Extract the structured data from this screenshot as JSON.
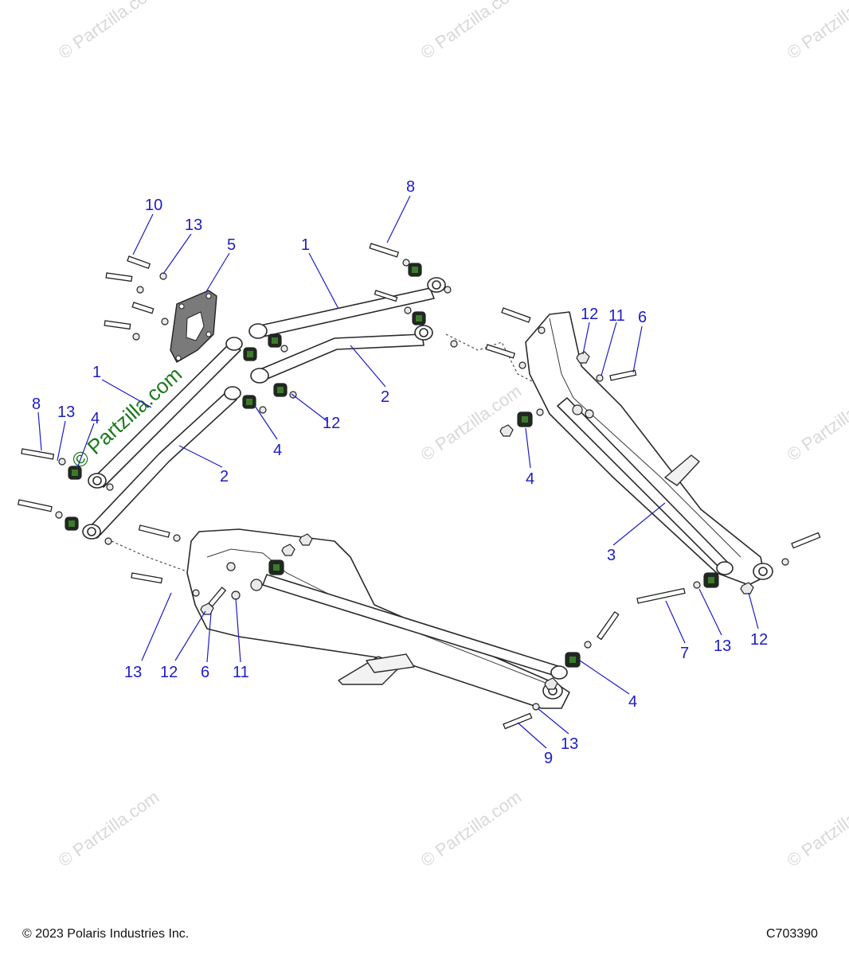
{
  "watermark": "© Partzilla.com",
  "footer": {
    "copyright": "© 2023 Polaris Industries Inc.",
    "diagram_code": "C703390"
  },
  "callouts": {
    "c1a": "1",
    "c1b": "1",
    "c2a": "2",
    "c2b": "2",
    "c3": "3",
    "c4a": "4",
    "c4b": "4",
    "c4c": "4",
    "c4d": "4",
    "c5": "5",
    "c6a": "6",
    "c6b": "6",
    "c7": "7",
    "c8a": "8",
    "c8b": "8",
    "c9": "9",
    "c10": "10",
    "c11a": "11",
    "c11b": "11",
    "c12a": "12",
    "c12b": "12",
    "c12c": "12",
    "c12d": "12",
    "c13a": "13",
    "c13b": "13",
    "c13c": "13",
    "c13d": "13",
    "c13e": "13"
  }
}
